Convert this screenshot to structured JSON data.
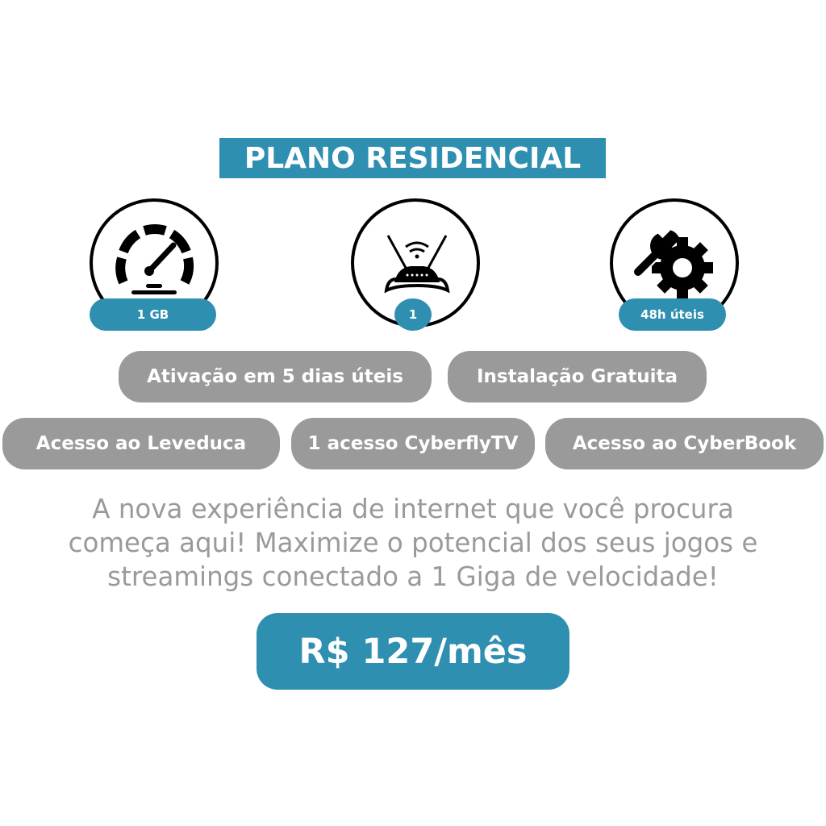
{
  "title": "PLANO RESIDENCIAL",
  "features": [
    {
      "icon": "speedometer-icon",
      "label": "1 GB"
    },
    {
      "icon": "wifi-router-icon",
      "label": "1"
    },
    {
      "icon": "wrench-gear-icon",
      "label": "48h úteis"
    }
  ],
  "benefits_row1": [
    "Ativação em 5 dias úteis",
    "Instalação Gratuita"
  ],
  "benefits_row2": [
    "Acesso ao Leveduca",
    "1 acesso CyberflyTV",
    "Acesso ao CyberBook"
  ],
  "description_lines": [
    "A nova experiência de internet que você procura",
    "começa aqui! Maximize o potencial dos seus jogos e",
    "streamings conectado a 1 Giga de velocidade!"
  ],
  "price": "R$ 127/mês",
  "colors": {
    "accent": "#2e8fb1",
    "pill_gray": "#9a9a9a",
    "text_gray": "#9a9a9a"
  }
}
